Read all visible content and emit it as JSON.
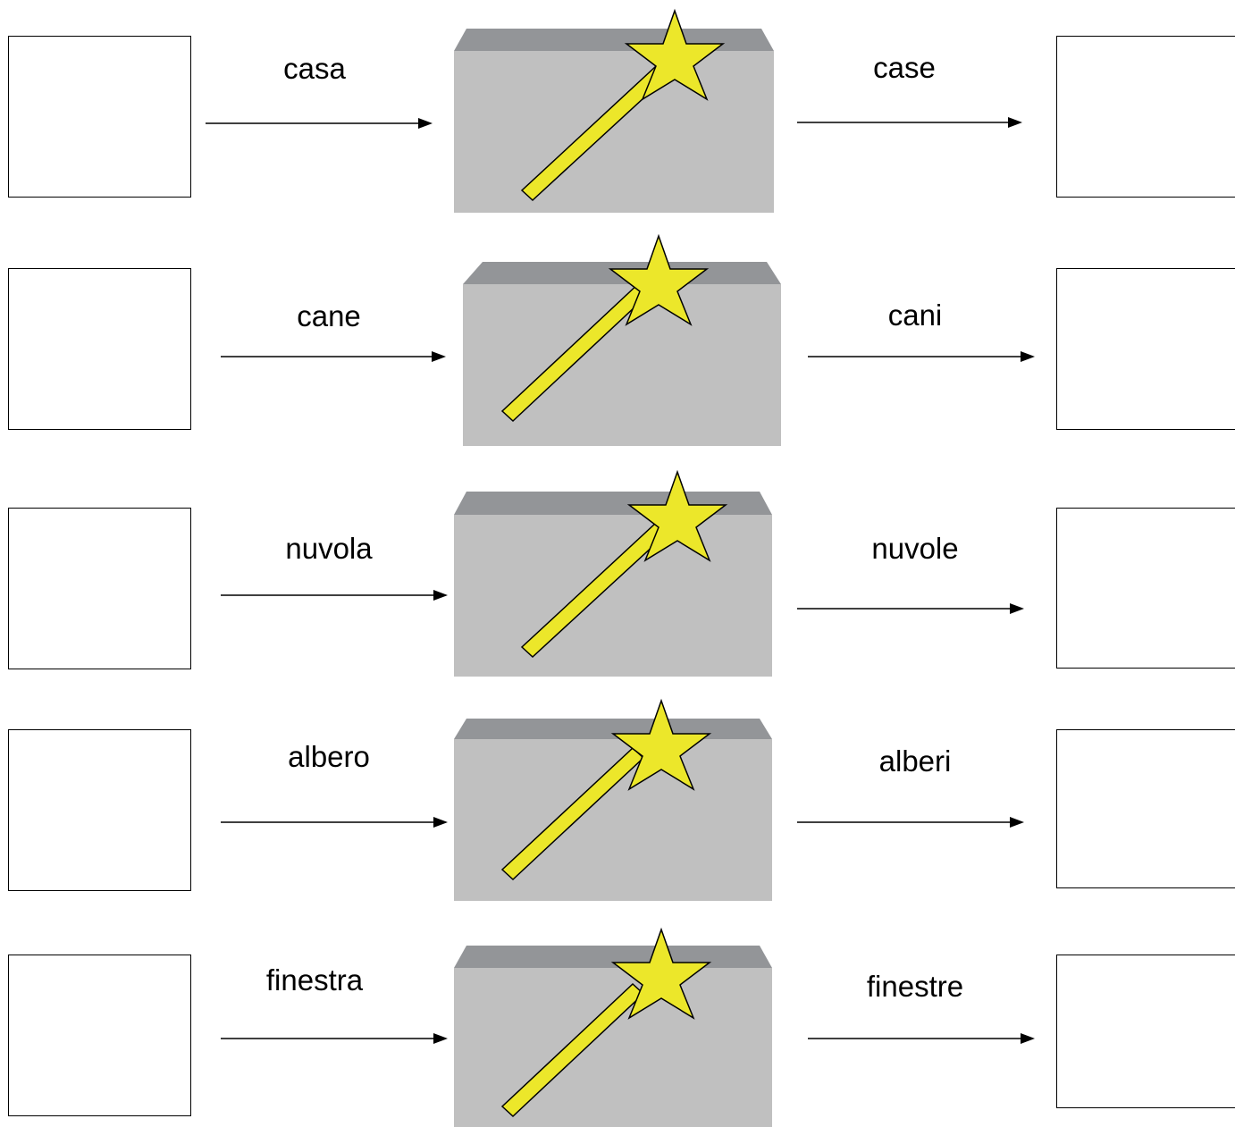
{
  "transformations": [
    {
      "singular": "casa",
      "plural": "case"
    },
    {
      "singular": "cane",
      "plural": "cani"
    },
    {
      "singular": "nuvola",
      "plural": "nuvole"
    },
    {
      "singular": "albero",
      "plural": "alberi"
    },
    {
      "singular": "finestra",
      "plural": "finestre"
    }
  ],
  "colors": {
    "machine_body": "#c0c0c0",
    "machine_top": "#939598",
    "wand": "#ece72a",
    "line": "#000000"
  },
  "icons": [
    "magic-wand-icon",
    "star-icon",
    "arrow-right-icon"
  ]
}
